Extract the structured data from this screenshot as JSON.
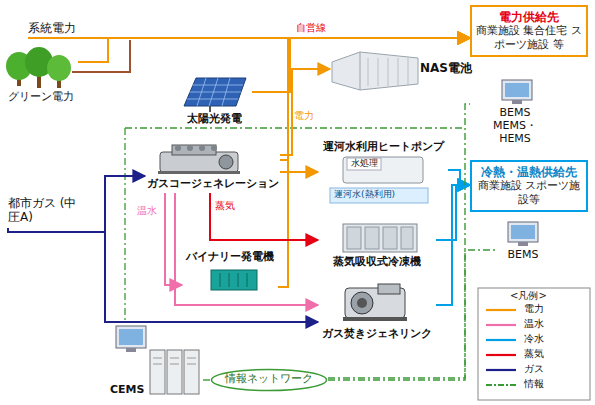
{
  "diagram": {
    "nodes": [
      {
        "text": [
          "系統電力"
        ]
      },
      {
        "text": [
          "電力供給先",
          "商業施設 集合住宅 スポーツ施設 等"
        ]
      },
      {
        "text": [
          "グリーン電力"
        ]
      },
      {
        "text": [
          "NAS電池"
        ]
      },
      {
        "text": [
          "太陽光発電"
        ]
      },
      {
        "text": [
          "BEMS MEMS・HEMS"
        ]
      },
      {
        "text": [
          "運河水利用ヒートポンプ"
        ]
      },
      {
        "text": [
          "ガスコージェネレーション"
        ]
      },
      {
        "text": [
          "冷熱・温熱供給先",
          "商業施設 スポーツ施設等"
        ]
      },
      {
        "text": [
          "都市ガス (中圧A)"
        ]
      },
      {
        "text": [
          "バイナリー発電機"
        ]
      },
      {
        "text": [
          "蒸気吸収式冷凍機"
        ]
      },
      {
        "text": [
          "BEMS"
        ]
      },
      {
        "text": [
          "ガス焚きジェネリンク"
        ]
      },
      {
        "text": [
          "CEMS"
        ]
      },
      {
        "text": [
          "情報ネットワーク"
        ]
      }
    ],
    "edges": [
      {
        "from": 0,
        "to": 1,
        "arrow": "to"
      },
      {
        "from": 2,
        "to": 1,
        "arrow": "to"
      },
      {
        "from": 4,
        "to": 1,
        "arrow": "to"
      },
      {
        "from": 7,
        "to": 3,
        "arrow": "to"
      },
      {
        "from": 7,
        "to": 1,
        "label": "電力",
        "arrow": "to"
      },
      {
        "from": 10,
        "to": 1,
        "arrow": "to"
      },
      {
        "from": 7,
        "to": 6,
        "arrow": "to"
      },
      {
        "from": 7,
        "to": 10,
        "label": "温水",
        "arrow": "to"
      },
      {
        "from": 7,
        "to": 11,
        "label": "蒸気",
        "arrow": "to"
      },
      {
        "from": 7,
        "to": 13,
        "arrow": "to"
      },
      {
        "from": 9,
        "to": 7,
        "arrow": "to"
      },
      {
        "from": 9,
        "to": 13,
        "arrow": "to"
      },
      {
        "from": 6,
        "to": 8,
        "arrow": "to"
      },
      {
        "from": 11,
        "to": 8,
        "arrow": "to"
      },
      {
        "from": 13,
        "to": 8,
        "arrow": "to"
      },
      {
        "from": 14,
        "to": 15,
        "arrow": "none"
      },
      {
        "from": 15,
        "to": 12,
        "arrow": "none"
      },
      {
        "from": 15,
        "to": 5,
        "arrow": "none"
      }
    ],
    "labels": [
      "自営線",
      "水処理",
      "運河水(熱利用)",
      "<凡例>"
    ],
    "legend": [
      {
        "text": "電力"
      },
      {
        "text": "温水"
      },
      {
        "text": "冷水"
      },
      {
        "text": "蒸気"
      },
      {
        "text": "ガス"
      },
      {
        "text": "情報"
      }
    ]
  }
}
